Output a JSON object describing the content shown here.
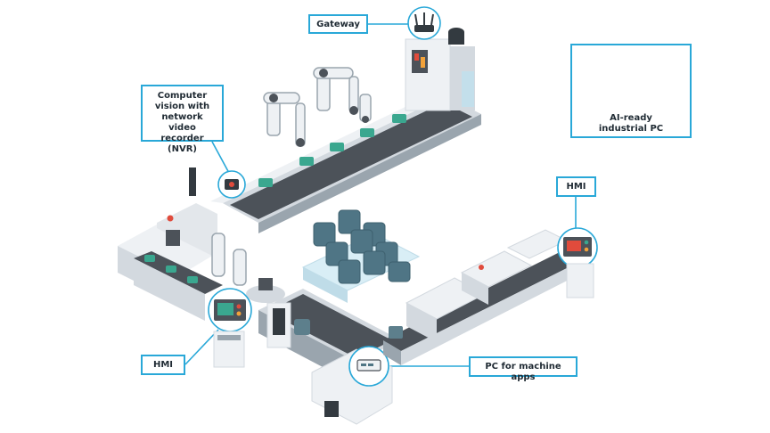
{
  "labels": {
    "gateway": "Gateway",
    "computer_vision": [
      "Computer",
      "vision with",
      "network video",
      "recorder (NVR)"
    ],
    "ai_pc": [
      "AI-ready",
      "industrial PC"
    ],
    "hmi_right": "HMI",
    "hmi_left": "HMI",
    "pc_machine_apps": "PC for machine apps"
  },
  "colors": {
    "accent": "#29a8d8",
    "machine_light": "#eef1f4",
    "machine_mid": "#d3d9df",
    "machine_dark": "#9aa5ae",
    "belt": "#4c5259",
    "product": "#5d7f8c",
    "product_green": "#3aa78f",
    "package": "#4f7585",
    "alert_red": "#e04b3c"
  }
}
